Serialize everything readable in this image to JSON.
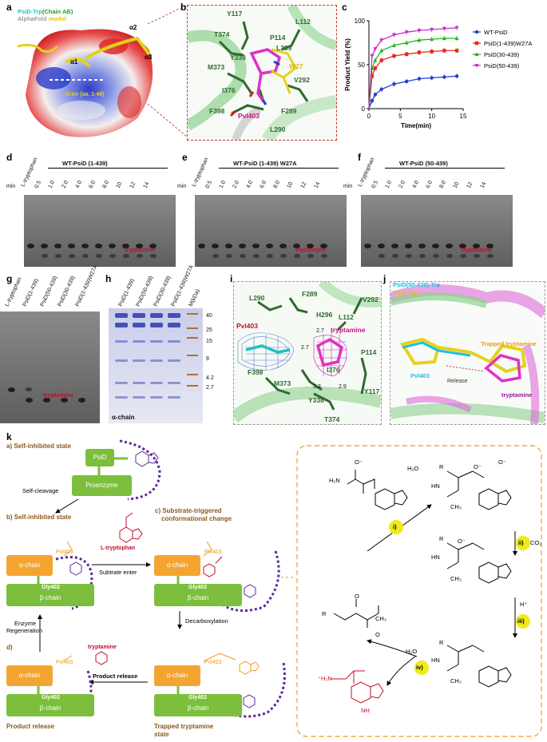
{
  "panel_labels": {
    "a": "a",
    "b": "b",
    "c": "c",
    "d": "d",
    "e": "e",
    "f": "f",
    "g": "g",
    "h": "h",
    "i": "i",
    "j": "j",
    "k": "k"
  },
  "panel_a": {
    "legend_line1_a": "PsiD-Trp",
    "legend_line1_b": "(Chain AB)",
    "legend_line2_a": "AlphaFold",
    "legend_line2_b": " model",
    "alpha1": "α1",
    "alpha2": "α2",
    "alpha3": "α3",
    "nter": "N-ter (aa. 1-49)"
  },
  "panel_b": {
    "residues": [
      "Y117",
      "L112",
      "T374",
      "P114",
      "L339",
      "Y338",
      "W27",
      "M373",
      "V292",
      "I376",
      "F289",
      "F398",
      "Pvl403",
      "L290"
    ]
  },
  "panel_i": {
    "residues": [
      "L290",
      "F289",
      "V292",
      "H296",
      "L112",
      "Pvl403",
      "tryptamine",
      "P114",
      "F398",
      "I376",
      "M373",
      "Y338",
      "Y117",
      "T374"
    ],
    "distances": [
      "2.7",
      "2.7",
      "3.3",
      "2.9"
    ]
  },
  "panel_j": {
    "legend1": "PsiD(50-439)-Trp",
    "legend2": "PsiD-Trp",
    "pvl": "Pvl403",
    "trapped": "Trapped tryptamine",
    "release": "Release",
    "tryptamine": "tryptamine"
  },
  "chart_data": {
    "type": "line",
    "title": "",
    "xlabel": "Time(min)",
    "ylabel": "Product Yield (%)",
    "xlim": [
      0,
      15
    ],
    "ylim": [
      0,
      100
    ],
    "xticks": [
      0,
      5,
      10,
      15
    ],
    "yticks": [
      0,
      50,
      100
    ],
    "legend_position": "right",
    "x": [
      0,
      0.5,
      1,
      2,
      4,
      6,
      8,
      10,
      12,
      14
    ],
    "series": [
      {
        "name": "WT-PsiD",
        "color": "#1f3fd8",
        "values": [
          0,
          9,
          16,
          22,
          28,
          31,
          34,
          35,
          36,
          37
        ]
      },
      {
        "name": "PsiD(1-439)W27A",
        "color": "#e8281c",
        "values": [
          0,
          37,
          46,
          55,
          60,
          62,
          64,
          65,
          66,
          66
        ]
      },
      {
        "name": "PsiD(30-439)",
        "color": "#22b522",
        "values": [
          0,
          46,
          55,
          66,
          72,
          75,
          78,
          79,
          80,
          80
        ]
      },
      {
        "name": "PsiD(50-439)",
        "color": "#c431c8",
        "values": [
          0,
          60,
          68,
          78,
          84,
          87,
          89,
          90,
          91,
          92
        ]
      }
    ]
  },
  "tlc_d": {
    "title": "WT-PsiD (1-439)",
    "min": "min",
    "lanes": [
      "L-tryptophan",
      "0.5",
      "1.0",
      "2.0",
      "4.0",
      "6.0",
      "8.0",
      "10",
      "12",
      "14"
    ],
    "annot": "tryptamine"
  },
  "tlc_e": {
    "title": "WT-PsiD (1-439) W27A",
    "min": "min",
    "lanes": [
      "L-tryptophan",
      "0.5",
      "1.0",
      "2.0",
      "4.0",
      "6.0",
      "8.0",
      "10",
      "12",
      "14"
    ],
    "annot": "tryptamine"
  },
  "tlc_f": {
    "title": "WT-PsiD (50-439)",
    "min": "min",
    "lanes": [
      "L-tryptophan",
      "0.5",
      "1.0",
      "2.0",
      "4.0",
      "6.0",
      "8.0",
      "10",
      "12",
      "14"
    ],
    "annot": "tryptamine"
  },
  "tlc_g": {
    "lanes": [
      "L-tryptophan",
      "PsiD(1-439)",
      "PsiD(50-439)",
      "PsiD(30-439)",
      "PsiD(1-439)W27A"
    ],
    "annot": "tryptamine"
  },
  "gel_h": {
    "lanes": [
      "PsiD(1-439)",
      "PsiD(50-439)",
      "PsiD(30-439)",
      "PsiD(1-439)W27A",
      "M(kDa)"
    ],
    "markers": [
      "40",
      "25",
      "15",
      "8",
      "4.2",
      "2.7"
    ],
    "alpha_chain": "α-chain"
  },
  "panel_k": {
    "state_a": "a) Self-inhibited state",
    "psid": "PsiD",
    "proenzyme": "Proenzyme",
    "self_cleavage": "Self-cleavage",
    "state_b": "b) Self-inhibited state",
    "state_c_1": "c) Substrate-triggered",
    "state_c_2": "conformational change",
    "alpha": "α-chain",
    "beta": "β-chain",
    "pvl": "Pvl403",
    "gly": "Gly402",
    "ltrp": "L-tryptophan",
    "substrate_enter": "Subtrate enter",
    "decarboxylation": "Decarboxylation",
    "enzyme_regen_1": "Enzyme",
    "enzyme_regen_2": "Regeneration",
    "tryptamine": "tryptamine",
    "product_release": "Product release",
    "state_d": "d)",
    "state_d_bottom": "Product release",
    "trapped_1": "Trapped tryptamine",
    "trapped_2": "state",
    "step_i": "i)",
    "step_ii": "ii)",
    "step_iii": "iii)",
    "step_iv": "iv)",
    "h2o": "H₂O",
    "h2o_2": "H₂O",
    "co2": "CO₂",
    "hplus": "H⁺",
    "r": "R",
    "hn": "HN",
    "h2n": "H₂N",
    "h3n": "⁺H₃N",
    "nh": "NH",
    "ch3": "CH₃",
    "o_minus": "O⁻",
    "o": "O"
  }
}
